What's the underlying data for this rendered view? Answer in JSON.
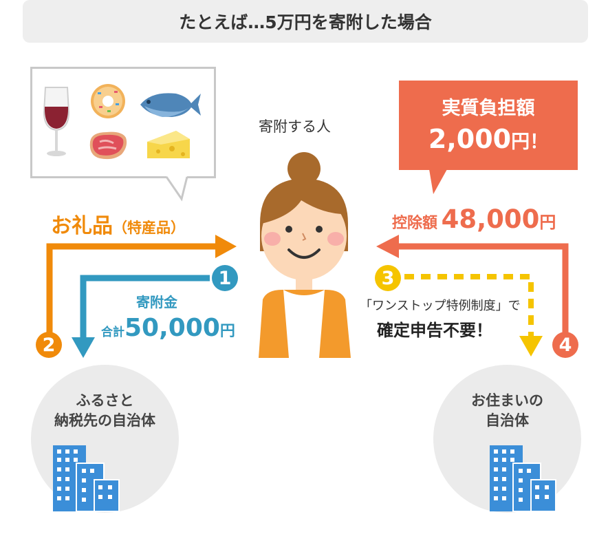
{
  "title": "たとえば…5万円を寄附した場合",
  "giver_label": "寄附する人",
  "gift": {
    "label": "お礼品",
    "sub": "（特産品）"
  },
  "burden": {
    "line1": "実質負担額",
    "amount": "2,000",
    "unit": "円！"
  },
  "deduction": {
    "label": "控除額",
    "amount": "48,000",
    "unit": "円"
  },
  "donation": {
    "label": "寄附金",
    "prefix": "合計",
    "amount": "50,000",
    "unit": "円"
  },
  "onestop": "「ワンストップ特例制度」で",
  "no_return": "確定申告不要！",
  "left_entity": {
    "line1": "ふるさと",
    "line2": "納税先の自治体"
  },
  "right_entity": {
    "line1": "お住まいの",
    "line2": "自治体"
  },
  "steps": [
    "1",
    "2",
    "3",
    "4"
  ],
  "colors": {
    "orange": "#f08a0a",
    "blue": "#3299c0",
    "red": "#ee6c4d",
    "yellow": "#f5c400",
    "building": "#3b8ed8"
  },
  "gift_icons": [
    "wine-icon",
    "donut-icon",
    "fish-icon",
    "meat-icon",
    "cheese-icon"
  ]
}
